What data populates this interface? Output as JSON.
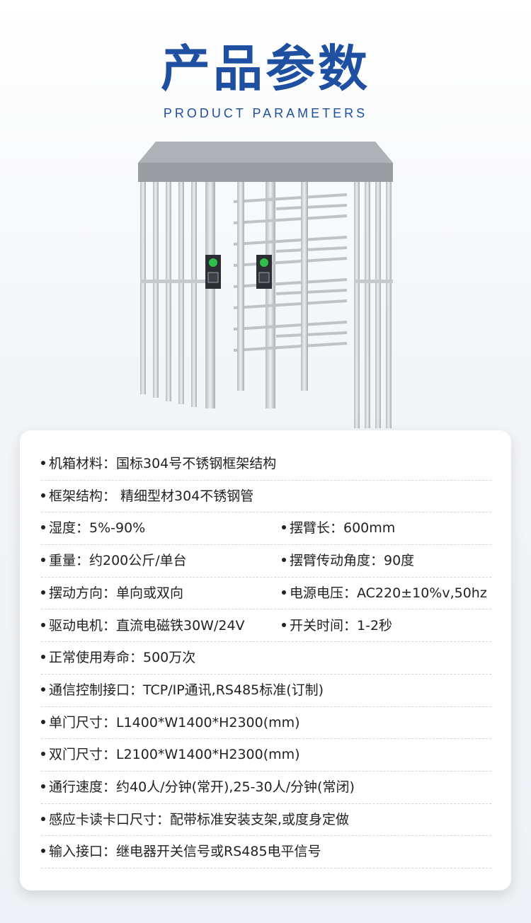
{
  "header": {
    "title": "产品参数",
    "subtitle": "PRODUCT PARAMETERS"
  },
  "colors": {
    "title": "#1e4fa0",
    "card_bg": "#ffffff",
    "signal_green": "#2fbf4a"
  },
  "params": [
    {
      "left": "机箱材料：国标304号不锈钢框架结构",
      "right": ""
    },
    {
      "left": "框架结构： 精细型材304不锈钢管",
      "right": ""
    },
    {
      "left": "湿度：5%-90%",
      "right": "摆臂长：600mm"
    },
    {
      "left": "重量：约200公斤/单台",
      "right": "摆臂传动角度：90度"
    },
    {
      "left": "摆动方向：单向或双向",
      "right": "电源电压：AC220±10%v,50hz"
    },
    {
      "left": "驱动电机：直流电磁铁30W/24V",
      "right": "开关时间：1-2秒"
    },
    {
      "left": "正常使用寿命：500万次",
      "right": ""
    },
    {
      "left": "通信控制接口：TCP/IP通讯,RS485标准(订制)",
      "right": ""
    },
    {
      "left": "单门尺寸：L1400*W1400*H2300(mm)",
      "right": ""
    },
    {
      "left": "双门尺寸：L2100*W1400*H2300(mm)",
      "right": ""
    },
    {
      "left": "通行速度：约40人/分钟(常开),25-30人/分钟(常闭)",
      "right": ""
    },
    {
      "left": "感应卡读卡口尺寸：配带标准安装支架,或度身定做",
      "right": ""
    },
    {
      "left": "输入接口：继电器开关信号或RS485电平信号",
      "right": ""
    }
  ]
}
